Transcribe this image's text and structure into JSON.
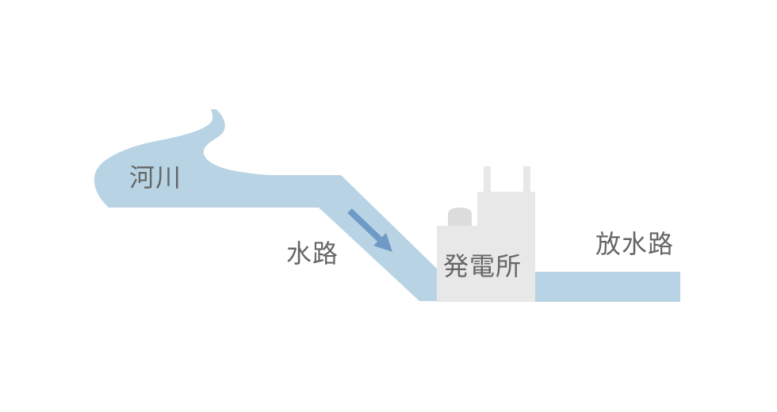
{
  "labels": {
    "river": "河川",
    "channel": "水路",
    "power_plant": "発電所",
    "tailrace": "放水路"
  },
  "colors": {
    "water": "#b8d4e4",
    "building": "#e8e8e8",
    "arrow": "#6f9ac7",
    "text": "#666666"
  },
  "icons": {
    "flow_direction": "arrow-down-right-icon"
  }
}
